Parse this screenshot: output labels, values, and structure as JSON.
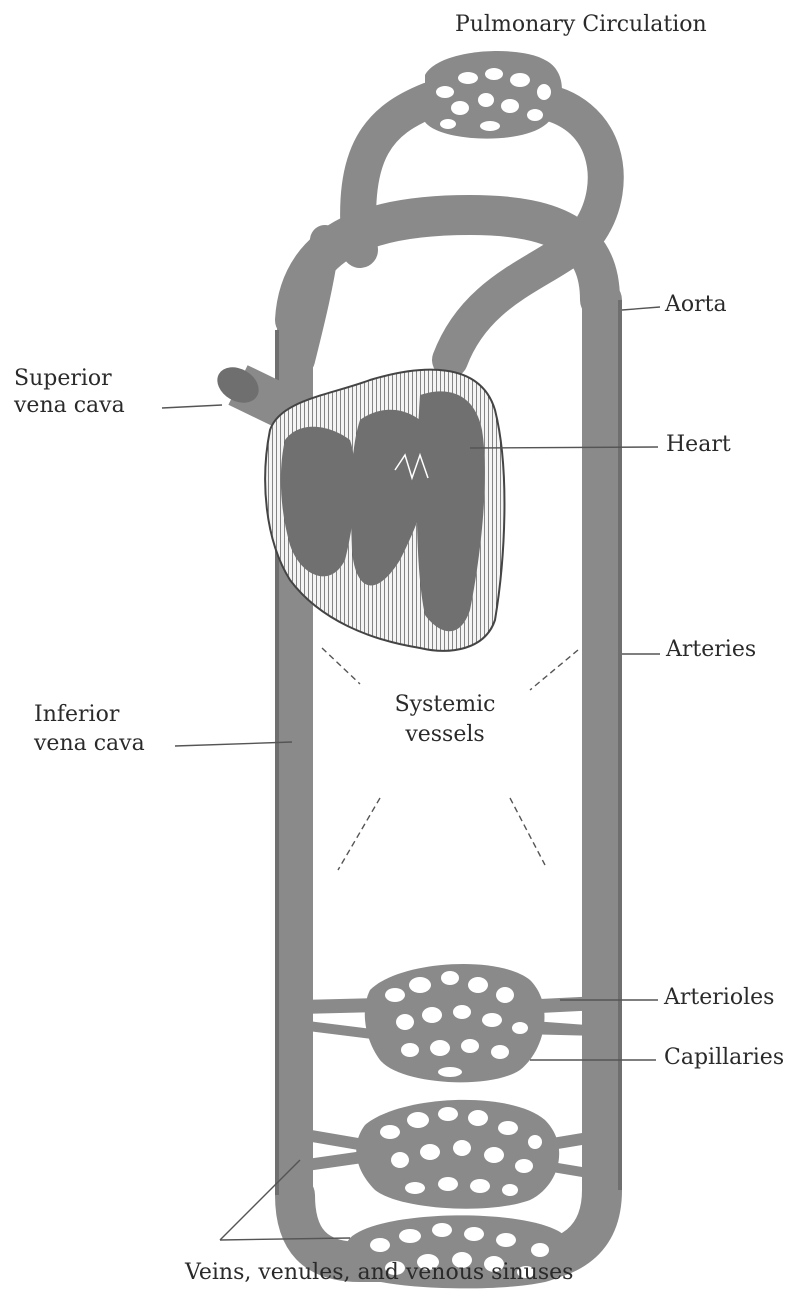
{
  "labels": {
    "pulmonary": "Pulmonary Circulation",
    "aorta": "Aorta",
    "superior_line1": "Superior",
    "superior_line2": "vena cava",
    "heart": "Heart",
    "arteries": "Arteries",
    "inferior_line1": "Inferior",
    "inferior_line2": "vena cava",
    "systemic_line1": "Systemic",
    "systemic_line2": "vessels",
    "arterioles": "Arterioles",
    "capillaries": "Capillaries",
    "veins": "Veins, venules, and venous sinuses"
  },
  "colors": {
    "vessel": "#8a8a8a",
    "vessel_dark": "#6f6f6f",
    "heart_chamber": "#707070",
    "heart_wall": "#ffffff",
    "line": "#555555",
    "text": "#2a2a2a"
  }
}
